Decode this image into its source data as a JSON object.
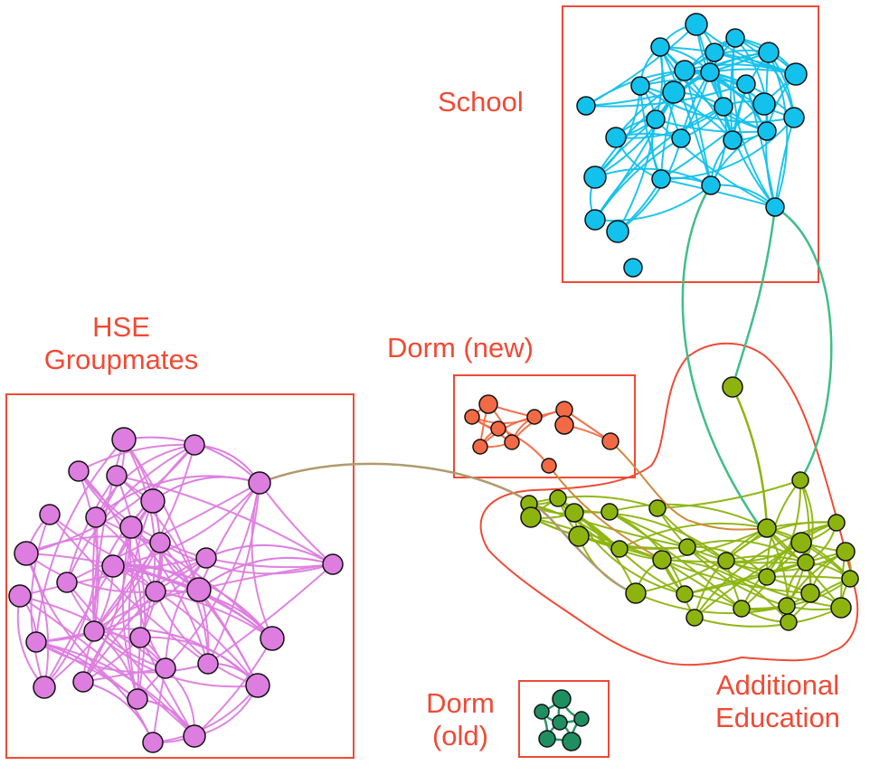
{
  "diagram": {
    "colors": {
      "label": "#f04a35",
      "frame": "#f04a35",
      "school": "#12c1ec",
      "hse": "#dd7ddf",
      "dorm_new": "#f26a45",
      "dorm_old": "#1f8f62",
      "additional": "#8db40e",
      "link_school_add": "#3fbe8a",
      "link_hse_add": "#b09a6e",
      "link_dorm_add": "#cf8a3a",
      "node_outline": "#111111"
    },
    "groups": [
      {
        "id": "school",
        "label": "School"
      },
      {
        "id": "hse",
        "label_lines": [
          "HSE",
          "Groupmates"
        ]
      },
      {
        "id": "dorm_new",
        "label": "Dorm (new)"
      },
      {
        "id": "dorm_old",
        "label_lines": [
          "Dorm",
          "(old)"
        ]
      },
      {
        "id": "additional",
        "label_lines": [
          "Additional",
          "Education"
        ]
      }
    ]
  }
}
